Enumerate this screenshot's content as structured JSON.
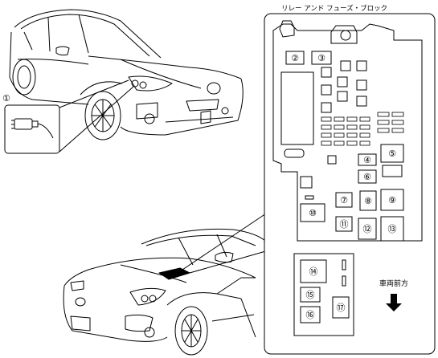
{
  "title": "リレー アンド フューズ・ブロック",
  "callout_1": "①",
  "direction_label": "車両前方",
  "icons": {
    "arrow": "down-arrow-icon"
  },
  "slots": [
    {
      "id": "slot-2",
      "text": "②"
    },
    {
      "id": "slot-3",
      "text": "③"
    },
    {
      "id": "slot-4",
      "text": "④"
    },
    {
      "id": "slot-5",
      "text": "⑤"
    },
    {
      "id": "slot-6",
      "text": "⑥"
    },
    {
      "id": "slot-7",
      "text": "⑦"
    },
    {
      "id": "slot-8",
      "text": "⑧"
    },
    {
      "id": "slot-9",
      "text": "⑨"
    },
    {
      "id": "slot-10",
      "text": "⑩"
    },
    {
      "id": "slot-11",
      "text": "⑪"
    },
    {
      "id": "slot-12",
      "text": "⑫"
    },
    {
      "id": "slot-13",
      "text": "⑬"
    },
    {
      "id": "slot-14",
      "text": "⑭"
    },
    {
      "id": "slot-15",
      "text": "⑮"
    },
    {
      "id": "slot-16",
      "text": "⑯"
    },
    {
      "id": "slot-17",
      "text": "⑰"
    }
  ]
}
